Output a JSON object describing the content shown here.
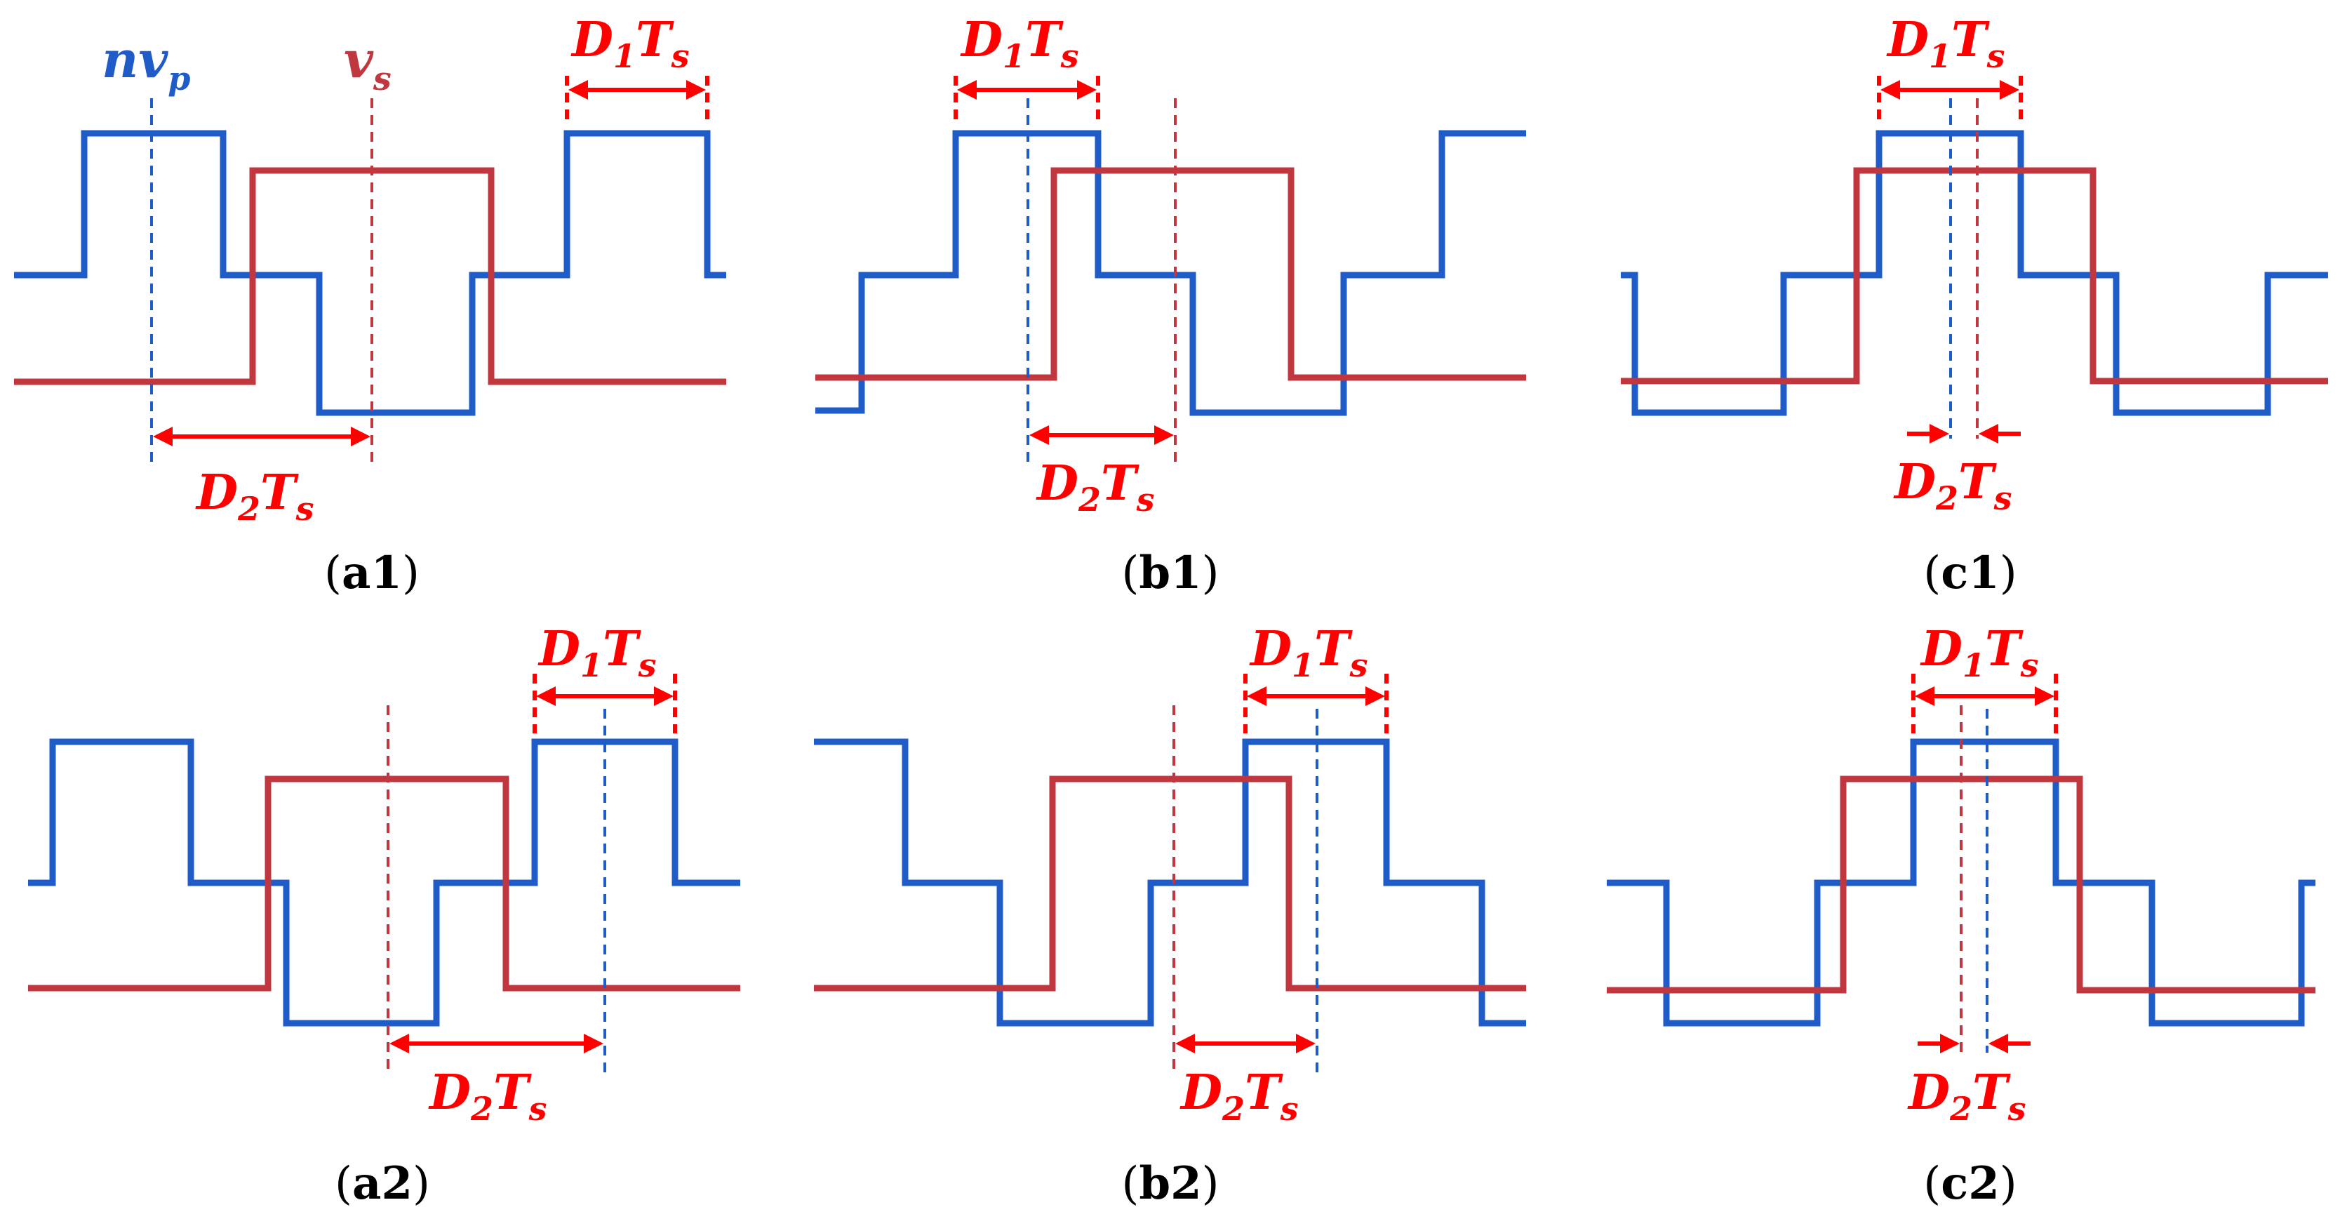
{
  "labels": {
    "nvp": {
      "base": "nv",
      "sub": "p"
    },
    "vs": {
      "base": "v",
      "sub": "s"
    },
    "d1ts": {
      "d": "D",
      "n": "1",
      "t": "T",
      "s": "s"
    },
    "d2ts": {
      "d": "D",
      "n": "2",
      "t": "T",
      "s": "s"
    }
  },
  "colors": {
    "primary_wave": "#1f5cc8",
    "secondary_wave": "#c0373f",
    "annotation": "#ff0000"
  },
  "panels": [
    {
      "id": "a1",
      "caption_open": "(",
      "caption_id": "a1",
      "caption_close": ")"
    },
    {
      "id": "b1",
      "caption_open": "(",
      "caption_id": "b1",
      "caption_close": ")"
    },
    {
      "id": "c1",
      "caption_open": "(",
      "caption_id": "c1",
      "caption_close": ")"
    },
    {
      "id": "a2",
      "caption_open": "(",
      "caption_id": "a2",
      "caption_close": ")"
    },
    {
      "id": "b2",
      "caption_open": "(",
      "caption_id": "b2",
      "caption_close": ")"
    },
    {
      "id": "c2",
      "caption_open": "(",
      "caption_id": "c2",
      "caption_close": ")"
    }
  ]
}
